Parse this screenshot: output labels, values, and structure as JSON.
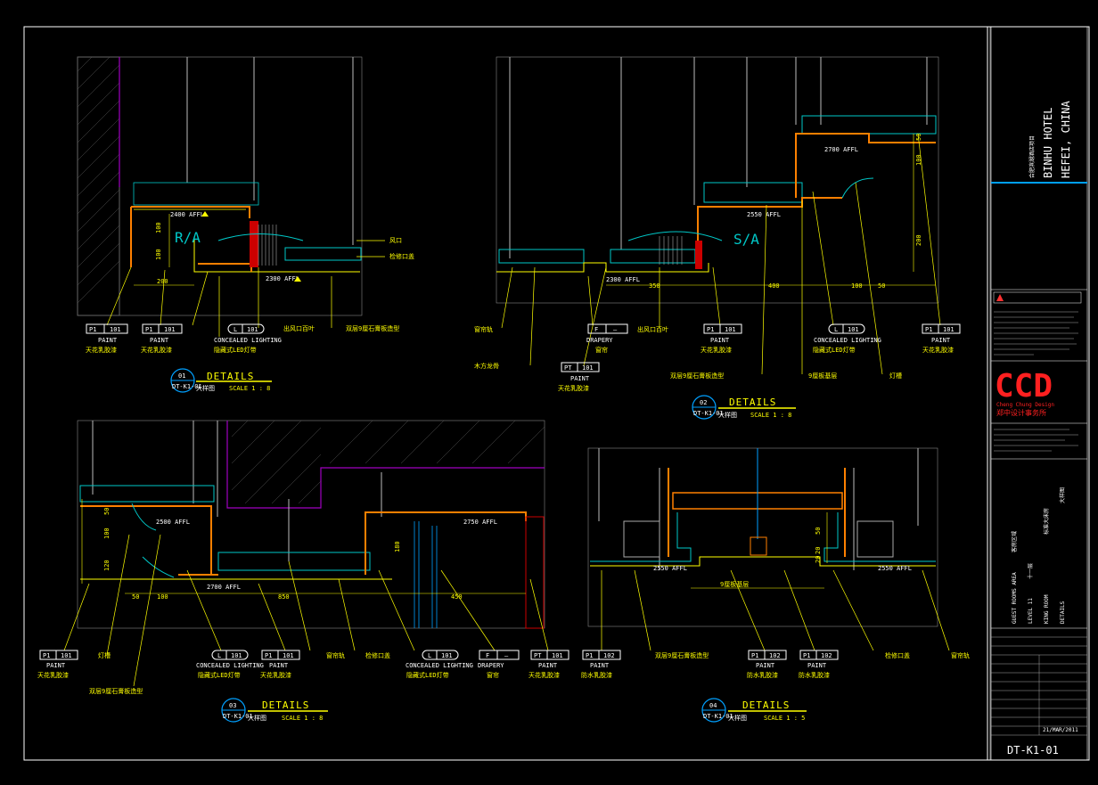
{
  "sheet": {
    "project_name": "BINHU HOTEL",
    "project_city": "HEFEI, CHINA",
    "project_cn": "合肥滨湖酒店项目",
    "logo": "CCD",
    "logo_sub": "Cheng Chung Design",
    "logo_cn": "郑中设计事务所",
    "area": "GUEST ROOMS AREA",
    "area_cn": "客房区域",
    "level": "LEVEL 11",
    "level_cn": "十一层",
    "room": "KING ROOM",
    "room_cn": "标准大床房",
    "sheet_title": "DETAILS",
    "sheet_title_cn": "大样图",
    "drawing_no": "DT-K1-01",
    "date": "21/MAR/2011"
  },
  "details": [
    {
      "no": "01",
      "ref": "DT-K1-01",
      "title": "DETAILS",
      "title_cn": "大样图",
      "scale": "SCALE 1 : 8"
    },
    {
      "no": "02",
      "ref": "DT-K1-01",
      "title": "DETAILS",
      "title_cn": "大样图",
      "scale": "SCALE 1 : 8"
    },
    {
      "no": "03",
      "ref": "DT-K1-01",
      "title": "DETAILS",
      "title_cn": "大样图",
      "scale": "SCALE 1 : 8"
    },
    {
      "no": "04",
      "ref": "DT-K1-01",
      "title": "DETAILS",
      "title_cn": "大样图",
      "scale": "SCALE 1 : 5"
    }
  ],
  "section_marks": {
    "ra": "R/A",
    "sa": "S/A"
  },
  "tags": {
    "p1_101": {
      "code": "P1",
      "num": "101",
      "name": "PAINT",
      "cn": "天花乳胶漆"
    },
    "p1_102": {
      "code": "P1",
      "num": "102",
      "name": "PAINT",
      "cn": "防水乳胶漆"
    },
    "pt_101": {
      "code": "PT",
      "num": "101",
      "name": "PAINT",
      "cn": "天花乳胶漆"
    },
    "l_101": {
      "code": "L",
      "num": "101",
      "name": "CONCEALED LIGHTING",
      "cn": "隐藏式LED灯带"
    },
    "f": {
      "code": "F",
      "num": "—",
      "name": "DRAPERY",
      "cn": "窗帘"
    }
  },
  "notes": {
    "grille": "风口",
    "access": "检修口盖",
    "gypsum": "双层9厘石膏板造型",
    "trough": "灯槽",
    "rail": "窗帘轨",
    "cnote": "出风口百叶",
    "board": "9厘板基层",
    "wood": "木方龙骨"
  },
  "dims": {
    "d1": [
      "100",
      "100",
      "200"
    ],
    "d2": [
      "350",
      "400",
      "100",
      "50",
      "50",
      "100",
      "200"
    ],
    "d3": [
      "50",
      "100",
      "120",
      "50",
      "100",
      "850",
      "180",
      "450"
    ],
    "d4": [
      "50",
      "20",
      "20"
    ]
  },
  "levels": {
    "a": "2300 AFFL",
    "b": "2500 AFFL",
    "c": "2550 AFFL",
    "d": "2700 AFFL",
    "e": "2750 AFFL",
    "f": "2400 AFFL"
  }
}
